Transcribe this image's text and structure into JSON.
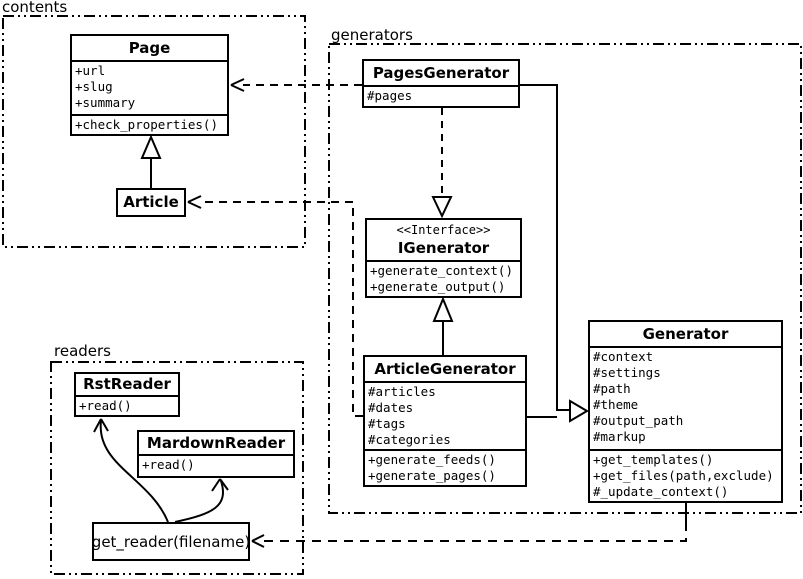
{
  "diagram": {
    "title_hint": "UML class diagram of Pelican-like static site generator",
    "colors": {
      "line": "#000000",
      "background": "#ffffff"
    },
    "packages": {
      "contents": {
        "label": "contents"
      },
      "generators": {
        "label": "generators"
      },
      "readers": {
        "label": "readers"
      }
    },
    "classes": {
      "page": {
        "name": "Page",
        "attributes": [
          "+url",
          "+slug",
          "+summary"
        ],
        "methods": [
          "+check_properties()"
        ]
      },
      "article": {
        "name": "Article"
      },
      "pages_generator": {
        "name": "PagesGenerator",
        "attributes": [
          "#pages"
        ]
      },
      "igenerator": {
        "stereotype": "<<Interface>>",
        "name": "IGenerator",
        "methods": [
          "+generate_context()",
          "+generate_output()"
        ]
      },
      "article_generator": {
        "name": "ArticleGenerator",
        "attributes": [
          "#articles",
          "#dates",
          "#tags",
          "#categories"
        ],
        "methods": [
          "+generate_feeds()",
          "+generate_pages()"
        ]
      },
      "generator": {
        "name": "Generator",
        "attributes": [
          "#context",
          "#settings",
          "#path",
          "#theme",
          "#output_path",
          "#markup"
        ],
        "methods": [
          "+get_templates()",
          "+get_files(path,exclude)",
          "#_update_context()"
        ]
      },
      "rst_reader": {
        "name": "RstReader",
        "methods": [
          "+read()"
        ]
      },
      "mardown_reader": {
        "name": "MardownReader",
        "methods": [
          "+read()"
        ]
      },
      "get_reader": {
        "label": "get_reader(filename)"
      }
    },
    "relationships": [
      "Article --|> Page",
      "PagesGenerator ..> Page",
      "ArticleGenerator ..> Article",
      "PagesGenerator ..|> IGenerator",
      "ArticleGenerator --|> IGenerator",
      "PagesGenerator --|> Generator",
      "ArticleGenerator --|> Generator",
      "Generator ..> get_reader",
      "get_reader --> RstReader",
      "get_reader --> MardownReader"
    ]
  }
}
